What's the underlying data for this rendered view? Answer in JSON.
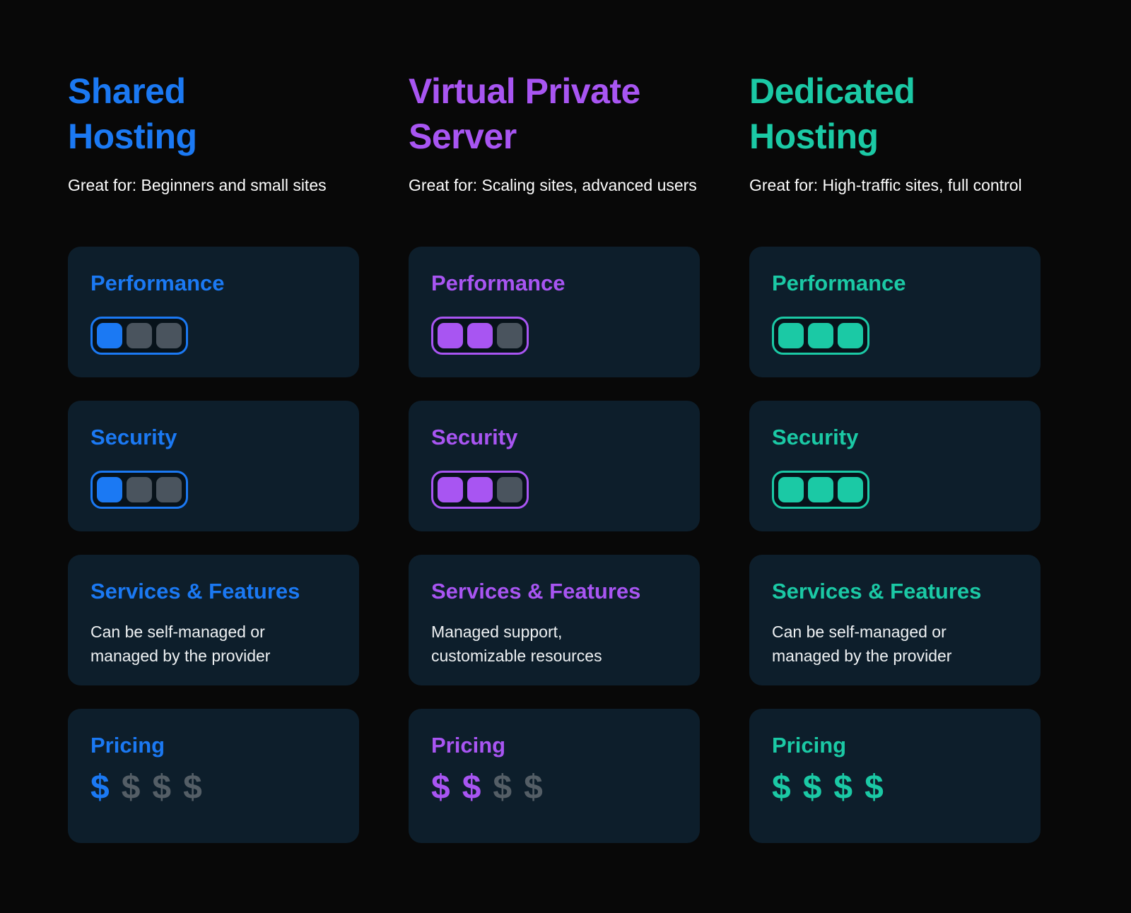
{
  "colors": {
    "background": "#080808",
    "card_background": "#0d1e2b",
    "empty_block": "#4a545e",
    "muted_dollar": "#545e66",
    "subtitle_text": "#fdfdfd",
    "body_text": "#eef1f3"
  },
  "columns": [
    {
      "accent": "#1b79f3",
      "title_line1": "Shared",
      "title_line2": "Hosting",
      "great_for": "Great for: Beginners and small sites",
      "cards": [
        {
          "type": "meter",
          "label": "Performance",
          "filled": 1,
          "total": 3
        },
        {
          "type": "meter",
          "label": "Security",
          "filled": 1,
          "total": 3
        },
        {
          "type": "text",
          "label": "Services & Features",
          "description": "Can be self-managed or managed by the provider"
        },
        {
          "type": "dollars",
          "label": "Pricing",
          "symbol": "$",
          "highlighted": 1,
          "total": 4
        }
      ]
    },
    {
      "accent": "#a855f2",
      "title_line1": "Virtual Private",
      "title_line2": "Server",
      "great_for": "Great for: Scaling sites, advanced users",
      "cards": [
        {
          "type": "meter",
          "label": "Performance",
          "filled": 2,
          "total": 3
        },
        {
          "type": "meter",
          "label": "Security",
          "filled": 2,
          "total": 3
        },
        {
          "type": "text",
          "label": "Services & Features",
          "description": "Managed support, customizable resources"
        },
        {
          "type": "dollars",
          "label": "Pricing",
          "symbol": "$",
          "highlighted": 2,
          "total": 4
        }
      ]
    },
    {
      "accent": "#1bc9a5",
      "title_line1": "Dedicated",
      "title_line2": "Hosting",
      "great_for": "Great for: High-traffic sites, full control",
      "cards": [
        {
          "type": "meter",
          "label": "Performance",
          "filled": 3,
          "total": 3
        },
        {
          "type": "meter",
          "label": "Security",
          "filled": 3,
          "total": 3
        },
        {
          "type": "text",
          "label": "Services & Features",
          "description": "Can be self-managed or managed by the provider"
        },
        {
          "type": "dollars",
          "label": "Pricing",
          "symbol": "$",
          "highlighted": 4,
          "total": 4
        }
      ]
    }
  ]
}
